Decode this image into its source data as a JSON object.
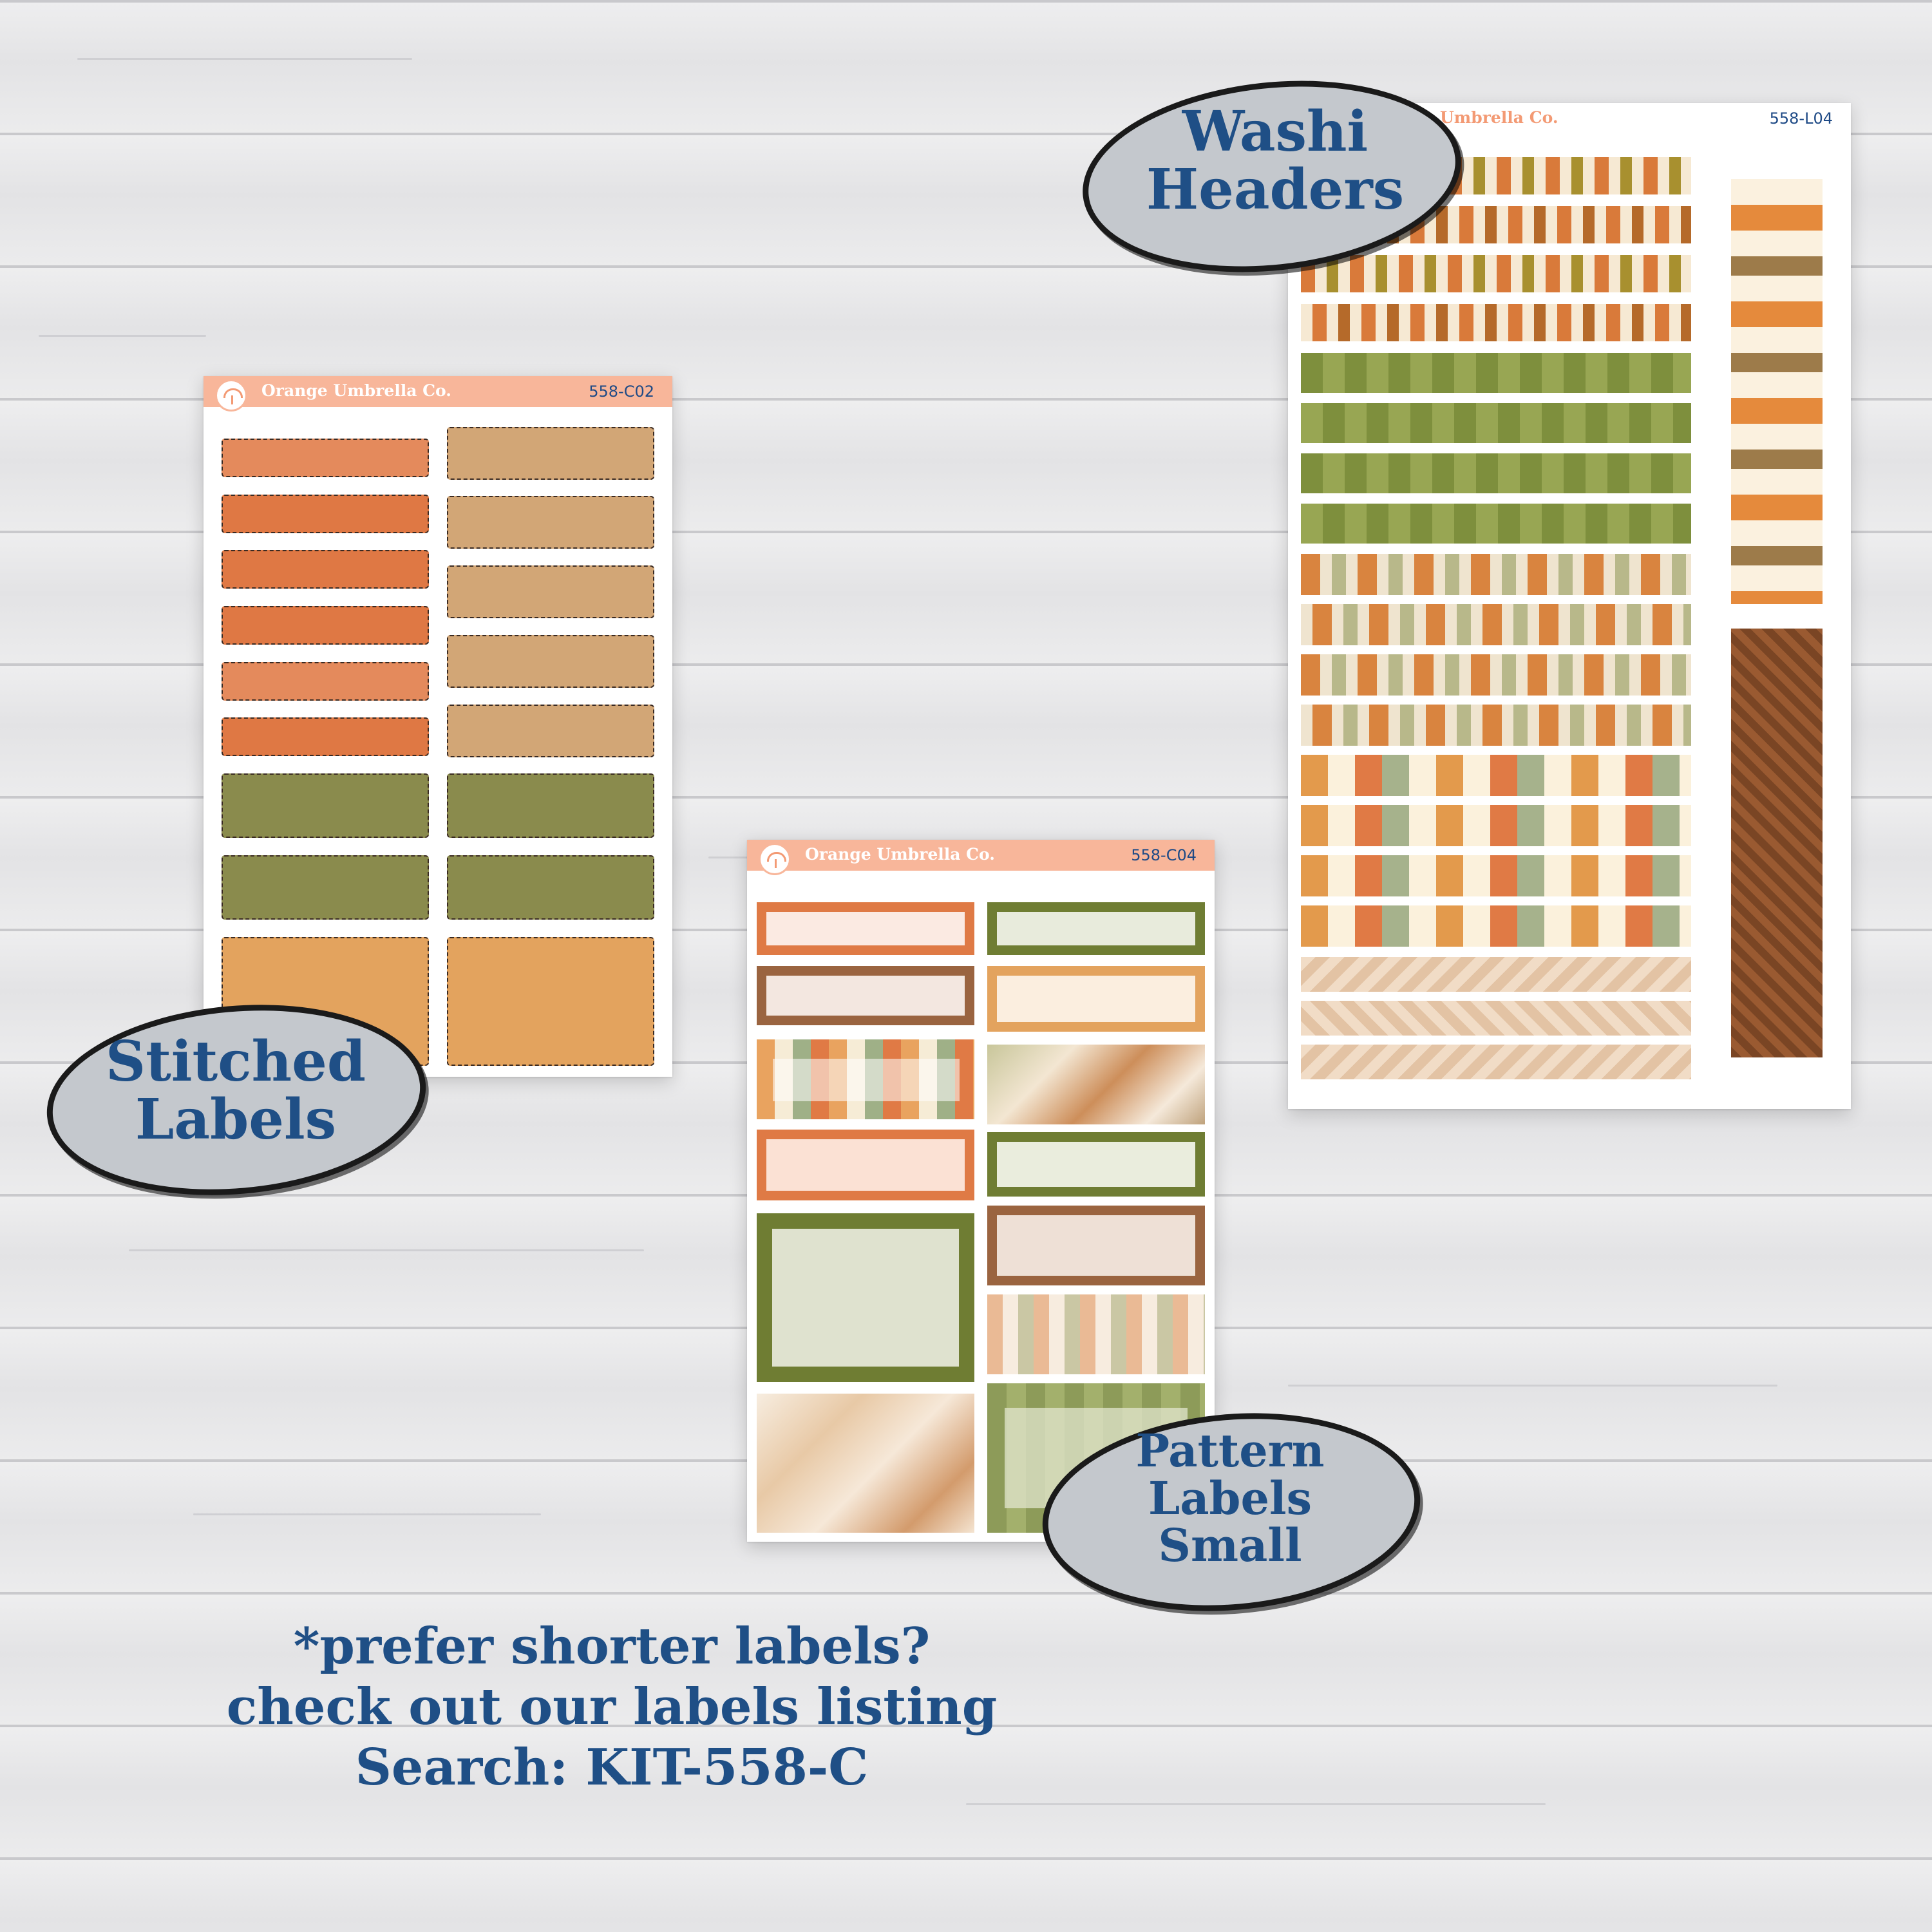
{
  "brand_name": "Orange Umbrella Co.",
  "sheets": {
    "stitched": {
      "code": "558-C02"
    },
    "pattern": {
      "code": "558-C04"
    },
    "washi": {
      "code": "558-L04",
      "brand_partial": "Umbrella Co."
    }
  },
  "badges": {
    "washi": [
      "Washi",
      "Headers"
    ],
    "stitched": [
      "Stitched",
      "Labels"
    ],
    "pattern": [
      "Pattern",
      "Labels",
      "Small"
    ]
  },
  "note_lines": [
    "*prefer shorter labels?",
    "check out our labels listing",
    "Search: KIT-558-C"
  ],
  "colors": {
    "header_pink": "#f8b69a",
    "navy_text": "#1f4f86",
    "orange": "#e07a45",
    "tan": "#d2a676",
    "olive": "#8a8b4d",
    "mustard": "#e3a35e",
    "brown": "#9a6440",
    "sage": "#c9ccaa"
  }
}
